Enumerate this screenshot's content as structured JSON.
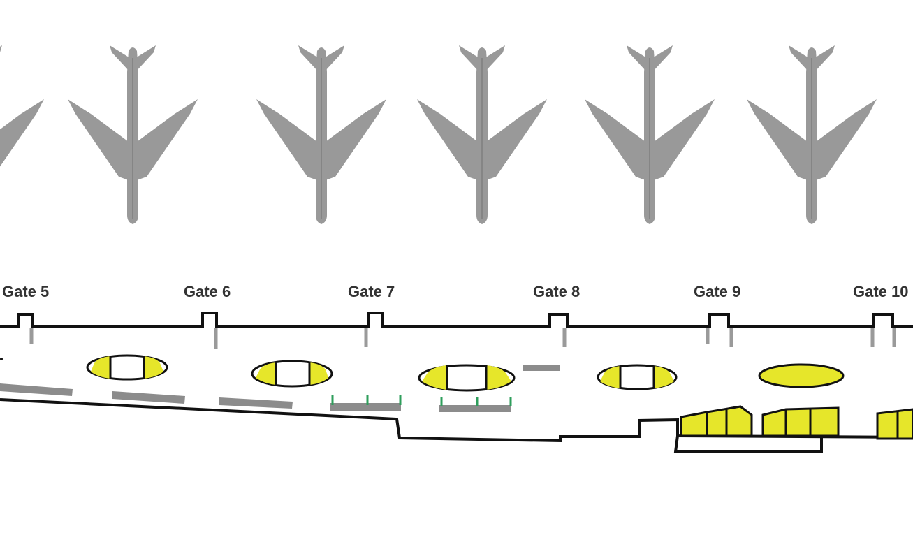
{
  "colors": {
    "background": "#ffffff",
    "aircraft": "#999999",
    "aircraft_spine": "#7f7f7f",
    "wall": "#111111",
    "seating": "#e6e62a",
    "seat_outline": "#111111",
    "counter": "#8c8c8c",
    "queue_post": "#2e9e5b",
    "gate_label": "#333333"
  },
  "icons": {
    "aircraft": "airplane-icon",
    "seating_pod": "seating-pod-icon",
    "shop_block": "retail-unit-icon"
  },
  "gates": [
    {
      "label": "Gate 5"
    },
    {
      "label": "Gate 6"
    },
    {
      "label": "Gate 7"
    },
    {
      "label": "Gate 8"
    },
    {
      "label": "Gate 9"
    },
    {
      "label": "Gate 10"
    }
  ]
}
